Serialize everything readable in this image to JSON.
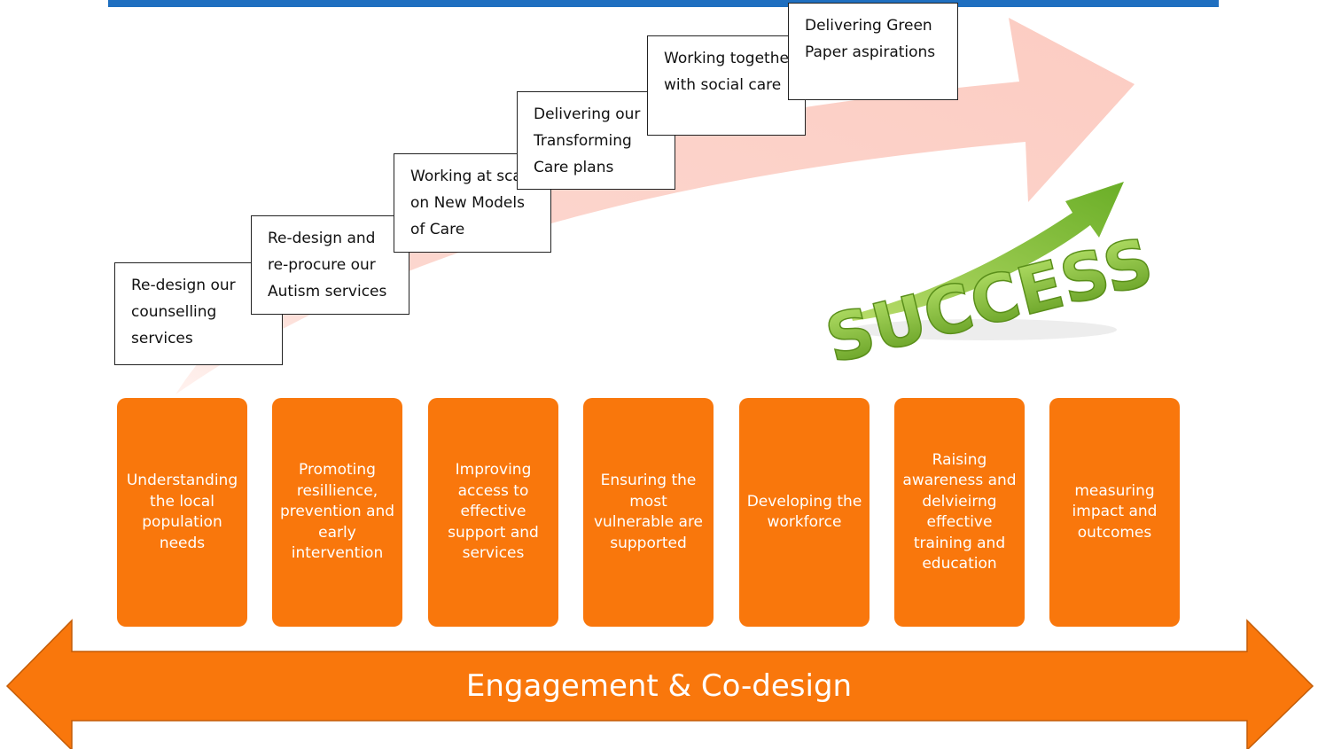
{
  "steps": [
    {
      "label": "Re-design our counselling services"
    },
    {
      "label": "Re-design and re-procure our Autism services"
    },
    {
      "label": "Working at scale on New Models of Care"
    },
    {
      "label": "Delivering our Transforming Care plans"
    },
    {
      "label": "Working together with social care"
    },
    {
      "label": "Delivering Green Paper aspirations"
    }
  ],
  "success_graphic": {
    "text": "SUCCESS",
    "colors": {
      "primary": "#8cc63f",
      "dark": "#5f9a1e"
    }
  },
  "pillars": [
    {
      "label": "Understanding the local population needs"
    },
    {
      "label": "Promoting resillience, prevention and early intervention"
    },
    {
      "label": "Improving access to effective support and services"
    },
    {
      "label": "Ensuring the most vulnerable are supported"
    },
    {
      "label": "Developing the workforce"
    },
    {
      "label": "Raising awareness and delvieirng effective training and education"
    },
    {
      "label": "measuring impact and outcomes"
    }
  ],
  "engagement": {
    "label": "Engagement & Co-design"
  },
  "colors": {
    "accent": "#f9770c",
    "progress_arrow": "#fcd4cc",
    "header_bar": "#1f6fc0"
  }
}
